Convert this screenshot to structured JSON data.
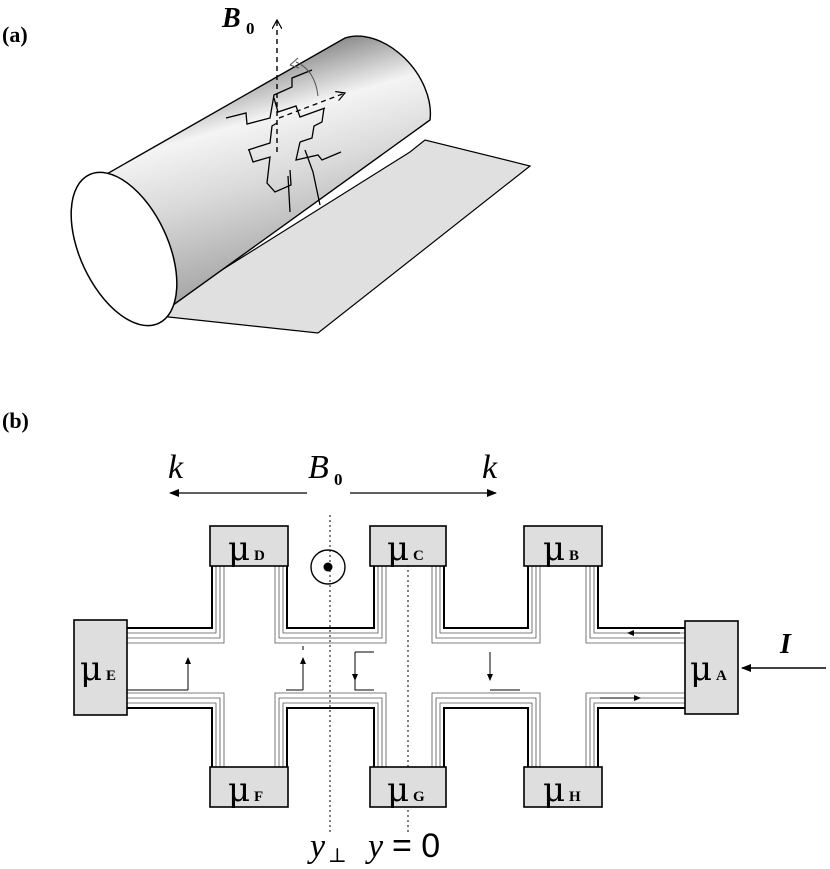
{
  "panel_a": {
    "label": "(a)",
    "field_symbol": "B",
    "field_subscript": "0"
  },
  "panel_b": {
    "label": "(b)",
    "k_left": "k",
    "k_right": "k",
    "field_symbol": "B",
    "field_subscript": "0",
    "current_label": "I",
    "contacts": [
      {
        "id": "mu-a",
        "mu": "μ",
        "sub": "A"
      },
      {
        "id": "mu-b",
        "mu": "μ",
        "sub": "B"
      },
      {
        "id": "mu-c",
        "mu": "μ",
        "sub": "C"
      },
      {
        "id": "mu-d",
        "mu": "μ",
        "sub": "D"
      },
      {
        "id": "mu-e",
        "mu": "μ",
        "sub": "E"
      },
      {
        "id": "mu-f",
        "mu": "μ",
        "sub": "F"
      },
      {
        "id": "mu-g",
        "mu": "μ",
        "sub": "G"
      },
      {
        "id": "mu-h",
        "mu": "μ",
        "sub": "H"
      }
    ],
    "y_perp_symbol": "y",
    "y_perp_subscript": "⊥",
    "y_zero_label": "y",
    "y_zero_eq": "= 0"
  },
  "colors": {
    "contact_fill": "#dedede",
    "sheet_fill": "#e0e0e0",
    "ink": "#000000"
  }
}
